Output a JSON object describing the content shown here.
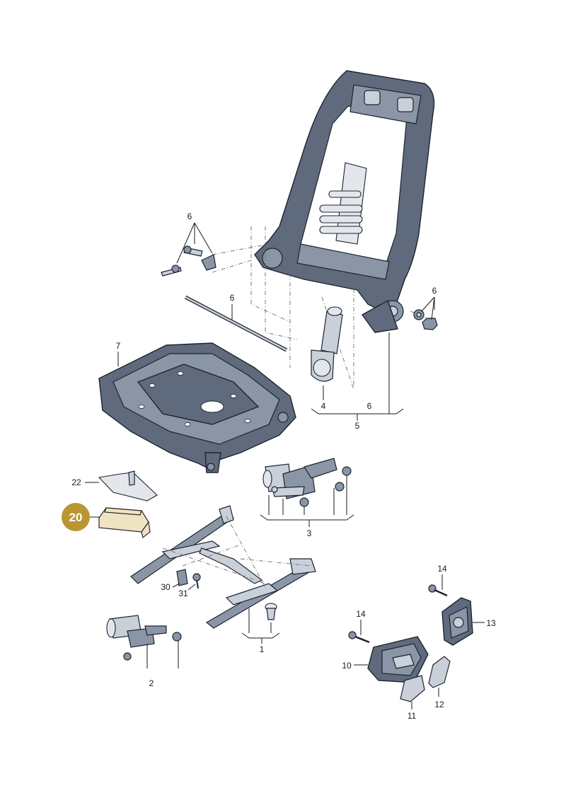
{
  "labels": {
    "backrest_pivot_bolts": "6",
    "backrest_right_nut": "6",
    "torsion_rod": "6",
    "seat_frame": "7",
    "backrest_motor": "4",
    "backrest_lower_bracket": "6",
    "group_backrest": "5",
    "bracket_22": "22",
    "control_unit_20": "20",
    "height_motor_group": "3",
    "screw_30": "30",
    "screw_31": "31",
    "rail_group": "1",
    "motor_2": "2",
    "screw_14_top": "14",
    "switch_13": "13",
    "screw_14_bottom": "14",
    "switch_panel_10": "10",
    "knob_11": "11",
    "knob_12": "12"
  },
  "colors": {
    "highlight_badge": "#b99631",
    "highlight_part": "#efe3c2",
    "part_steel": "#8a96a6"
  },
  "highlighted_part": "20"
}
